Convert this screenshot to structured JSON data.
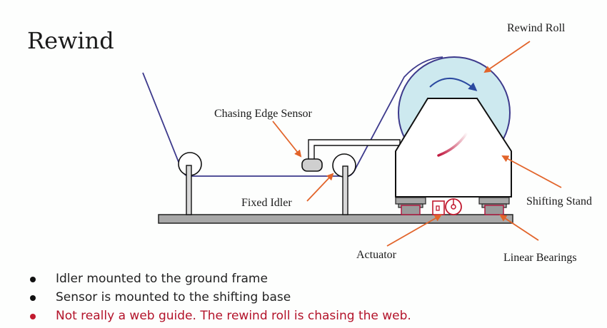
{
  "slide": {
    "title": "Rewind"
  },
  "diagram": {
    "labels": {
      "rewind_roll": "Rewind Roll",
      "chasing_edge_sensor": "Chasing Edge Sensor",
      "fixed_idler": "Fixed Idler",
      "shifting_stand": "Shifting Stand",
      "actuator": "Actuator",
      "linear_bearings": "Linear Bearings"
    },
    "colors": {
      "web": "#3d3a8c",
      "roll_fill": "#cde9ef",
      "arrow": "#e2642a",
      "rotation_arrow": "#2c4aa0",
      "actuator": "#c0182e",
      "frame": "#a8a8a8"
    }
  },
  "bullets": [
    {
      "text": "Idler mounted to the ground frame",
      "highlight": false
    },
    {
      "text": "Sensor is mounted to the shifting base",
      "highlight": false
    },
    {
      "text": "Not really a web guide. The rewind roll is chasing the web.",
      "highlight": true
    }
  ]
}
